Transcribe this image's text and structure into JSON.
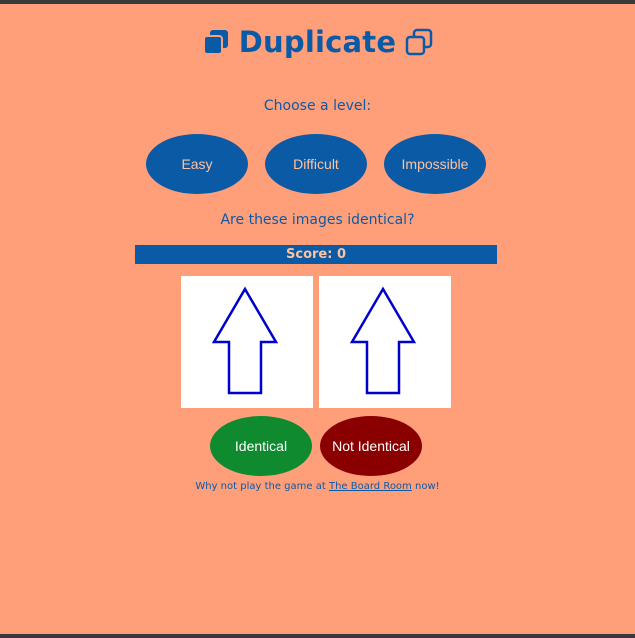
{
  "header": {
    "title": "Duplicate",
    "left_icon": "stacked-squares-icon",
    "right_icon": "copy-icon"
  },
  "levels": {
    "prompt": "Choose a level:",
    "buttons": [
      "Easy",
      "Difficult",
      "Impossible"
    ]
  },
  "game": {
    "question": "Are these images identical?",
    "score_label": "Score: 0",
    "images": [
      {
        "shape": "up-arrow-outline",
        "stroke_color": "#0000cc"
      },
      {
        "shape": "up-arrow-outline",
        "stroke_color": "#0000cc"
      }
    ],
    "answer_buttons": {
      "identical": "Identical",
      "not_identical": "Not Identical"
    }
  },
  "footer": {
    "prefix": "Why not play the game at",
    "link_text": "The Board Room",
    "suffix": "now!"
  },
  "colors": {
    "background": "#ff9f7a",
    "primary_blue": "#0b5aa6",
    "identical_green": "#0f8a2f",
    "not_identical_red": "#8a0000"
  }
}
